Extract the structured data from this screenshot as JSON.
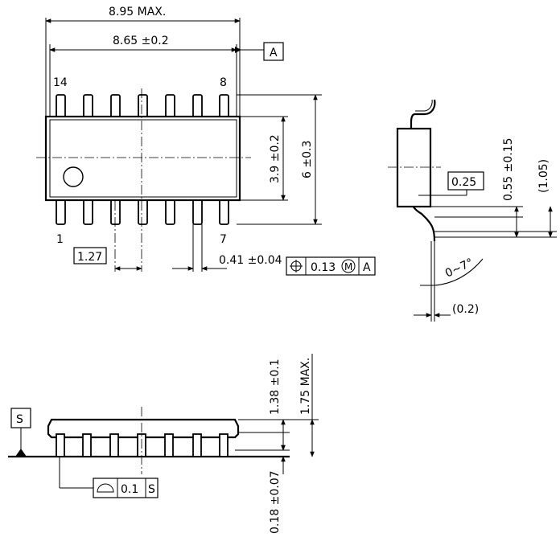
{
  "top_view": {
    "dim_overall": "8.95 MAX.",
    "dim_body_length": "8.65 ±0.2",
    "datum_a": "A",
    "pin_14": "14",
    "pin_8": "8",
    "pin_1": "1",
    "pin_7": "7",
    "dim_body_width": "3.9 ±0.2",
    "dim_total_width": "6 ±0.3",
    "pitch": "1.27",
    "lead_width": "0.41 ±0.04",
    "position_tolerance": "0.13",
    "material_condition": "M",
    "tolerance_datum": "A"
  },
  "side_view": {
    "lead_thickness": "0.25",
    "lead_length": "0.55 ±0.15",
    "foot_length": "(1.05)",
    "angle": "0~7°",
    "standoff_ref": "(0.2)"
  },
  "front_view": {
    "datum_s": "S",
    "body_height": "1.38 ±0.1",
    "max_height": "1.75 MAX.",
    "standoff": "0.18 ±0.07",
    "flatness_tolerance": "0.1",
    "flatness_datum": "S"
  }
}
